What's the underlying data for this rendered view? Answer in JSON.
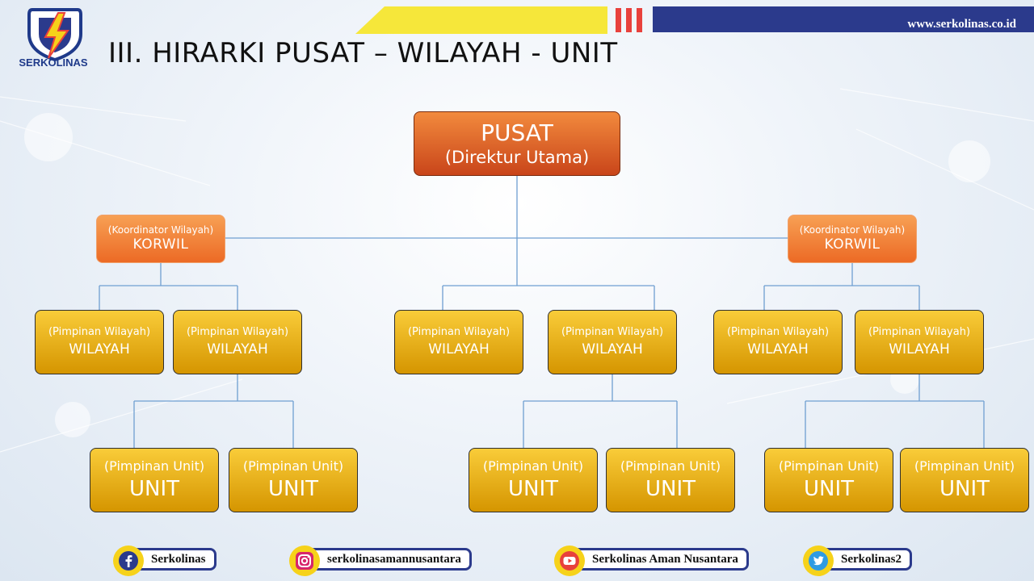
{
  "header": {
    "logo_text": "SERKOLINAS",
    "title": "III.  HIRARKI PUSAT – WILAYAH - UNIT",
    "website": "www.serkolinas.co.id",
    "colors": {
      "yellow": "#f6e73a",
      "red": "#e8413c",
      "blue": "#2b3a8c"
    }
  },
  "diagram": {
    "pusat": {
      "sub": "(Direktur Utama)",
      "main": "PUSAT",
      "color": "#e0601f"
    },
    "korwil": [
      {
        "sub": "(Koordinator Wilayah)",
        "main": "KORWIL"
      },
      {
        "sub": "(Koordinator Wilayah)",
        "main": "KORWIL"
      }
    ],
    "wilayah": [
      {
        "sub": "(Pimpinan Wilayah)",
        "main": "WILAYAH"
      },
      {
        "sub": "(Pimpinan Wilayah)",
        "main": "WILAYAH"
      },
      {
        "sub": "(Pimpinan Wilayah)",
        "main": "WILAYAH"
      },
      {
        "sub": "(Pimpinan Wilayah)",
        "main": "WILAYAH"
      },
      {
        "sub": "(Pimpinan Wilayah)",
        "main": "WILAYAH"
      },
      {
        "sub": "(Pimpinan Wilayah)",
        "main": "WILAYAH"
      }
    ],
    "unit": [
      {
        "sub": "(Pimpinan Unit)",
        "main": "UNIT"
      },
      {
        "sub": "(Pimpinan Unit)",
        "main": "UNIT"
      },
      {
        "sub": "(Pimpinan Unit)",
        "main": "UNIT"
      },
      {
        "sub": "(Pimpinan Unit)",
        "main": "UNIT"
      },
      {
        "sub": "(Pimpinan Unit)",
        "main": "UNIT"
      },
      {
        "sub": "(Pimpinan Unit)",
        "main": "UNIT"
      }
    ]
  },
  "footer": {
    "social": [
      {
        "icon": "facebook-icon",
        "label": "Serkolinas"
      },
      {
        "icon": "instagram-icon",
        "label": "serkolinasamannusantara"
      },
      {
        "icon": "youtube-icon",
        "label": "Serkolinas Aman Nusantara"
      },
      {
        "icon": "twitter-icon",
        "label": "Serkolinas2"
      }
    ]
  }
}
